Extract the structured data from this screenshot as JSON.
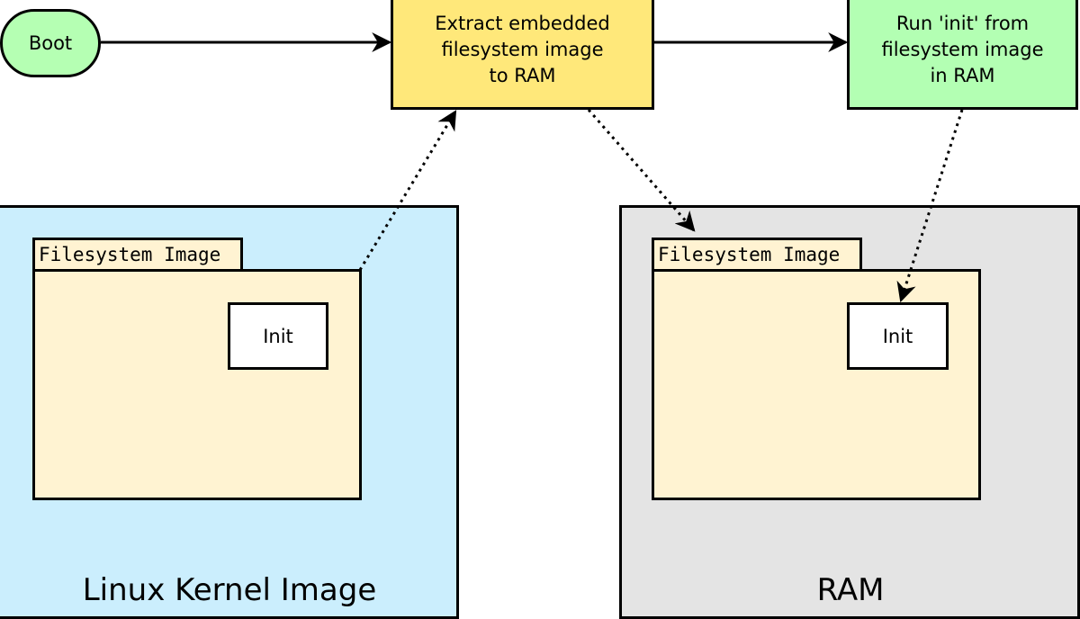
{
  "colors": {
    "terminal_fill": "#b5ffb3",
    "extract_fill": "#ffe87a",
    "run_fill": "#b3ffb3",
    "kernel_fill": "#cbeefd",
    "ram_fill": "#e4e4e4",
    "fs_fill": "#fff3d2",
    "init_fill": "#ffffff",
    "stroke": "#000000"
  },
  "flow": {
    "boot_label": "Boot",
    "extract_label": "Extract embedded\nfilesystem image\nto RAM",
    "run_label": "Run 'init' from\nfilesystem image\nin RAM"
  },
  "kernel": {
    "title": "Linux Kernel Image",
    "fs_label": "Filesystem Image",
    "init_label": "Init"
  },
  "ram": {
    "title": "RAM",
    "fs_label": "Filesystem Image",
    "init_label": "Init"
  }
}
